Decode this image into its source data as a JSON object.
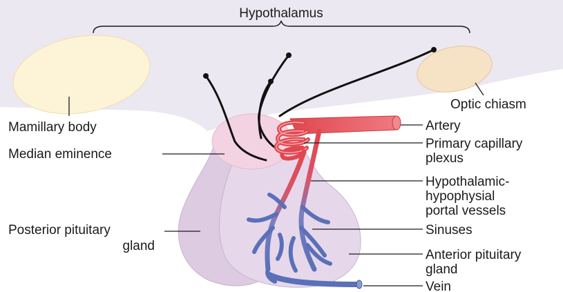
{
  "labels": {
    "hypothalamus": "Hypothalamus",
    "optic_chiasm": "Optic chiasm",
    "mamillary_body": "Mamillary body",
    "median_eminence": "Median eminence",
    "posterior_pituitary": [
      "Posterior pituitary",
      "gland"
    ],
    "artery": "Artery",
    "primary_capillary_plexus": [
      "Primary capillary",
      "plexus"
    ],
    "portal_vessels": [
      "Hypothalamic-",
      "hypophysial",
      "portal vessels"
    ],
    "sinuses": "Sinuses",
    "anterior_pituitary": [
      "Anterior pituitary",
      "gland"
    ],
    "vein": "Vein"
  },
  "colors": {
    "brain": "#ece8f1",
    "mamillary": "#fdf4d7",
    "optic_chiasm": "#f6e2c5",
    "eminence": "#f3d3e1",
    "posterior_lobe": "#dccbe1",
    "anterior_lobe": "#e6d8ea",
    "artery": "#e0474f",
    "vein": "#5a70b8"
  }
}
